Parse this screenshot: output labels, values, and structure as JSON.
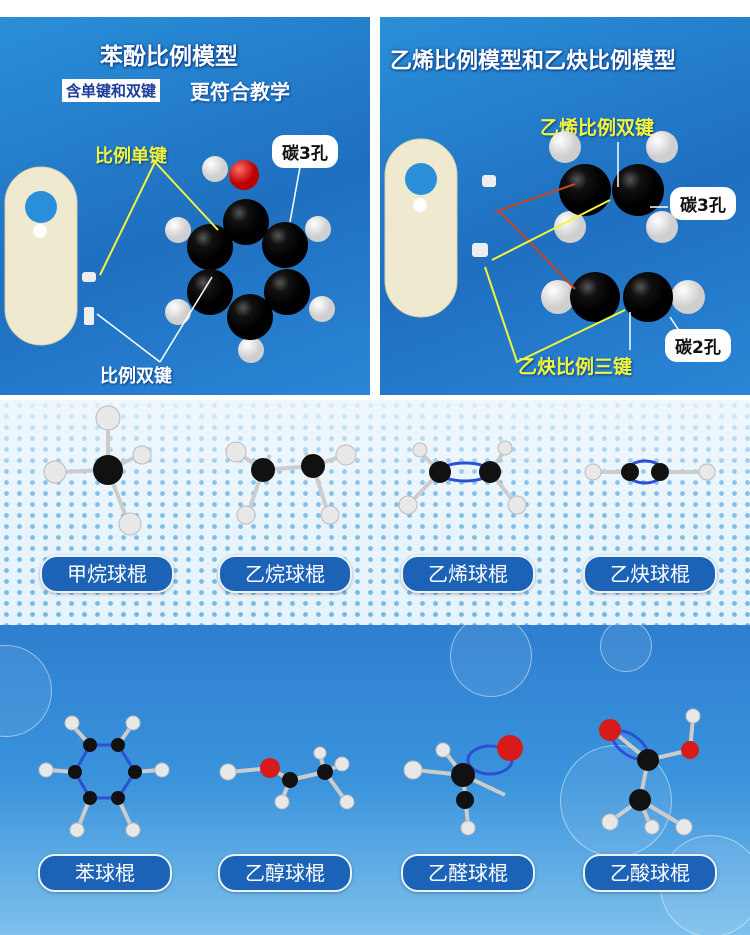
{
  "panel_phenol": {
    "title": "苯酚比例模型",
    "tag": "含单键和双键",
    "subtitle": "更符合教学",
    "single_bond_label": "比例单键",
    "double_bond_label": "比例双键",
    "carbon_label": "碳3孔"
  },
  "panel_ethylene_acetylene": {
    "title": "乙烯比例模型和乙炔比例模型",
    "ethylene_bond_label": "乙烯比例双键",
    "carbon3_label": "碳3孔",
    "carbon2_label": "碳2孔",
    "acetylene_bond_label": "乙炔比例三键"
  },
  "ball_stick_row1": [
    "甲烷球棍",
    "乙烷球棍",
    "乙烯球棍",
    "乙炔球棍"
  ],
  "ball_stick_row2": [
    "苯球棍",
    "乙醇球棍",
    "乙醛球棍",
    "乙酸球棍"
  ],
  "colors": {
    "carbon": "#111111",
    "hydrogen": "#f4f4f4",
    "oxygen": "#d71a1a",
    "bond_blue": "#2d4fd6",
    "pill": "#1c63b8"
  }
}
